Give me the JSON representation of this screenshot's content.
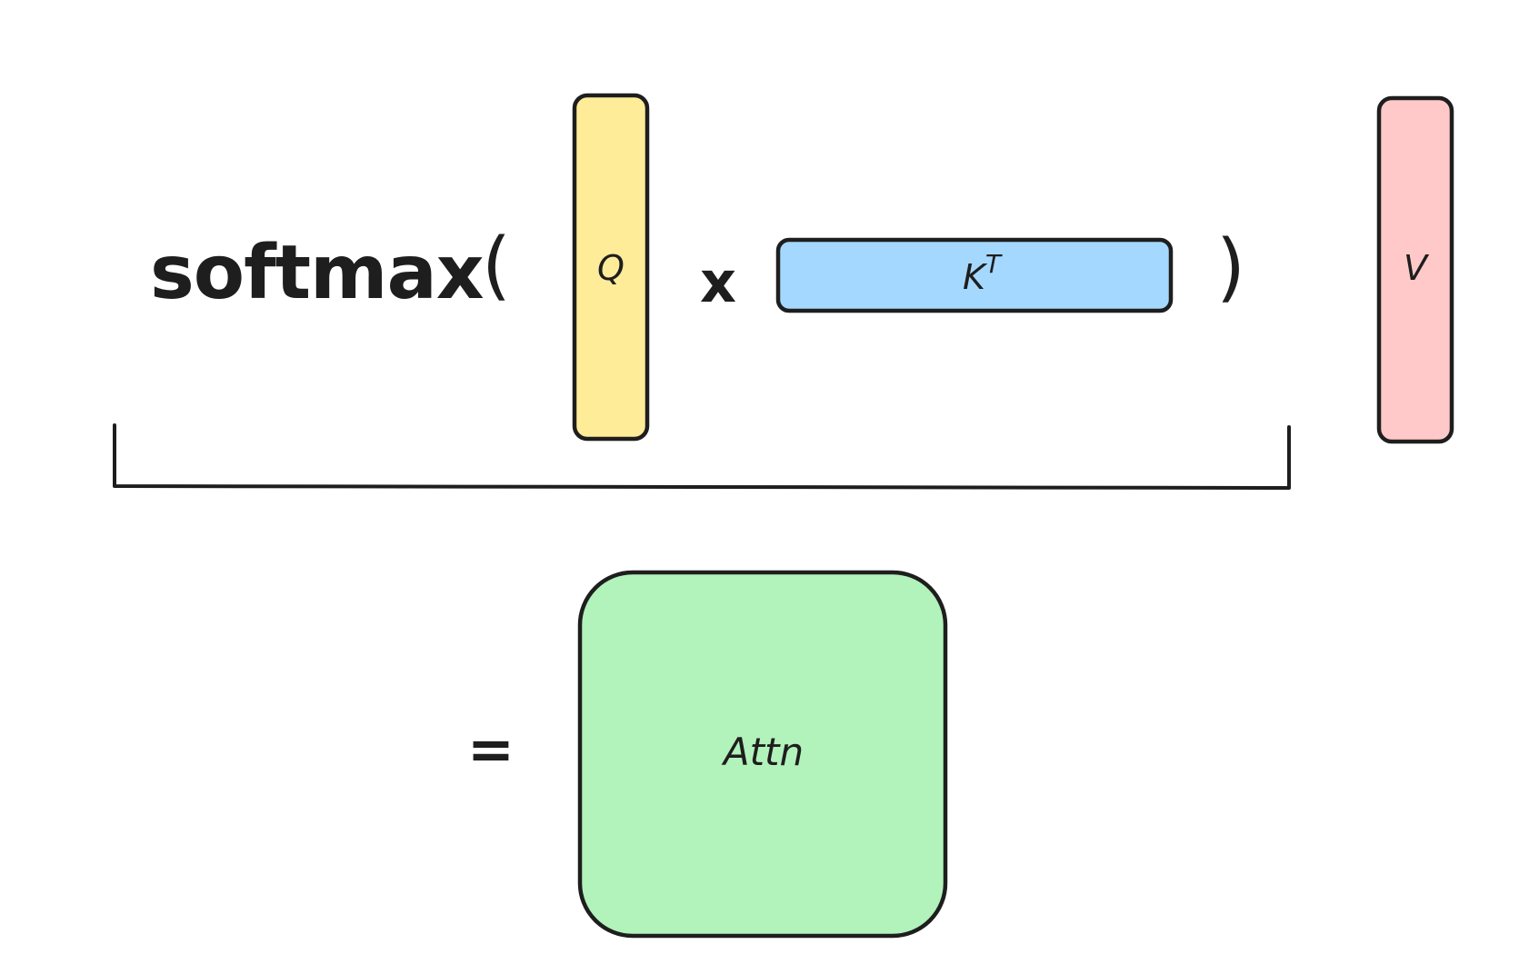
{
  "formula": {
    "function_name": "softmax",
    "open_paren": "(",
    "close_paren": ")",
    "multiply": "x",
    "equals": "="
  },
  "matrices": {
    "q": {
      "label": "Q",
      "fill": "#ffec99"
    },
    "k": {
      "label": "K",
      "superscript": "T",
      "fill": "#a5d8ff"
    },
    "v": {
      "label": "V",
      "fill": "#ffc9c9"
    },
    "attn": {
      "label": "Attn",
      "fill": "#b2f2bb"
    }
  },
  "colors": {
    "stroke": "#1e1e1e",
    "background": "#ffffff"
  }
}
